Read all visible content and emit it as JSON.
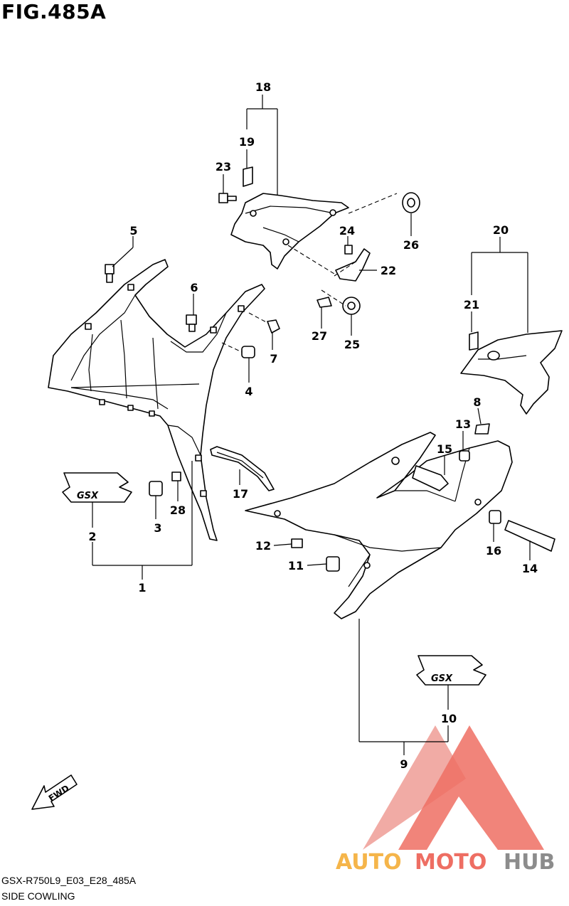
{
  "title": "FIG.485A",
  "footer": {
    "code": "GSX-R750L9_E03_E28_485A",
    "name": "SIDE COWLING"
  },
  "fwd_label": "FWD",
  "decal_text": "GSX",
  "watermark": {
    "part1": "AUTO",
    "part2": "MOTO",
    "part3": "HUB",
    "color_orange": "#f5b54a",
    "color_red": "#ee6e63",
    "color_gray": "#8c8c8c"
  },
  "callouts": [
    "1",
    "2",
    "3",
    "4",
    "5",
    "6",
    "7",
    "8",
    "9",
    "10",
    "11",
    "12",
    "13",
    "14",
    "15",
    "16",
    "17",
    "18",
    "19",
    "20",
    "21",
    "22",
    "23",
    "24",
    "25",
    "26",
    "27",
    "28"
  ]
}
